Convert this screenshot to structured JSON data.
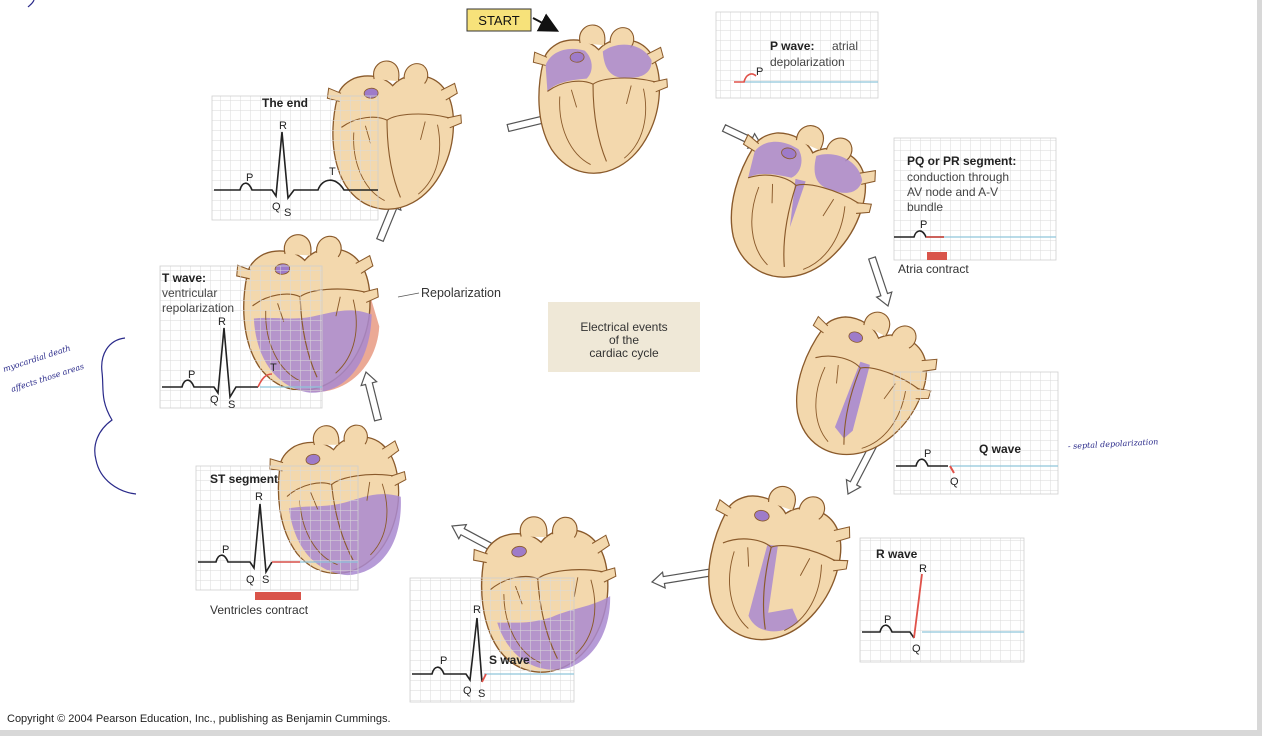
{
  "start_label": "START",
  "center_caption": [
    "Electrical events",
    "of the",
    "cardiac cycle"
  ],
  "repolarization_label": "Repolarization",
  "atria_contract": "Atria contract",
  "ventricles_contract": "Ventricles contract",
  "copyright": "Copyright © 2004 Pearson Education, Inc., publishing as Benjamin Cummings.",
  "panels": {
    "p_wave": {
      "title": "P wave:",
      "desc": [
        "atrial",
        "depolarization"
      ],
      "labels": [
        "P"
      ]
    },
    "pq_segment": {
      "title": "PQ or PR segment:",
      "desc": [
        "conduction through",
        "AV node and A-V",
        "bundle"
      ],
      "labels": [
        "P"
      ]
    },
    "q_wave": {
      "title": "Q wave",
      "labels": [
        "P",
        "Q"
      ]
    },
    "r_wave": {
      "title": "R wave",
      "labels": [
        "R",
        "P",
        "Q"
      ]
    },
    "s_wave": {
      "title": "S wave",
      "labels": [
        "R",
        "P",
        "Q",
        "S"
      ]
    },
    "st_segment": {
      "title": "ST segment",
      "labels": [
        "R",
        "P",
        "Q",
        "S"
      ]
    },
    "t_wave": {
      "title": "T wave:",
      "desc": [
        "ventricular",
        "repolarization"
      ],
      "labels": [
        "R",
        "P",
        "T",
        "Q",
        "S"
      ]
    },
    "the_end": {
      "title": "The end",
      "labels": [
        "R",
        "P",
        "T",
        "Q",
        "S"
      ]
    }
  },
  "handwritten": {
    "septal": "- septal depolarization",
    "myocardial": [
      "myocardial death",
      "affects those areas"
    ]
  },
  "colors": {
    "heart_fill": "#f3d8ad",
    "heart_outline": "#8a5a2b",
    "depolarized": "#a98ad0",
    "repolarized": "#e9a08a",
    "grid_line": "#d9d9d9",
    "baseline_blue": "#8fc5db",
    "ecg_highlight": "#e0524a",
    "bar_red": "#d9544a",
    "caption_box": "#efe8d7",
    "start_box": "#f7e27a",
    "ink": "#2a2a8a"
  }
}
